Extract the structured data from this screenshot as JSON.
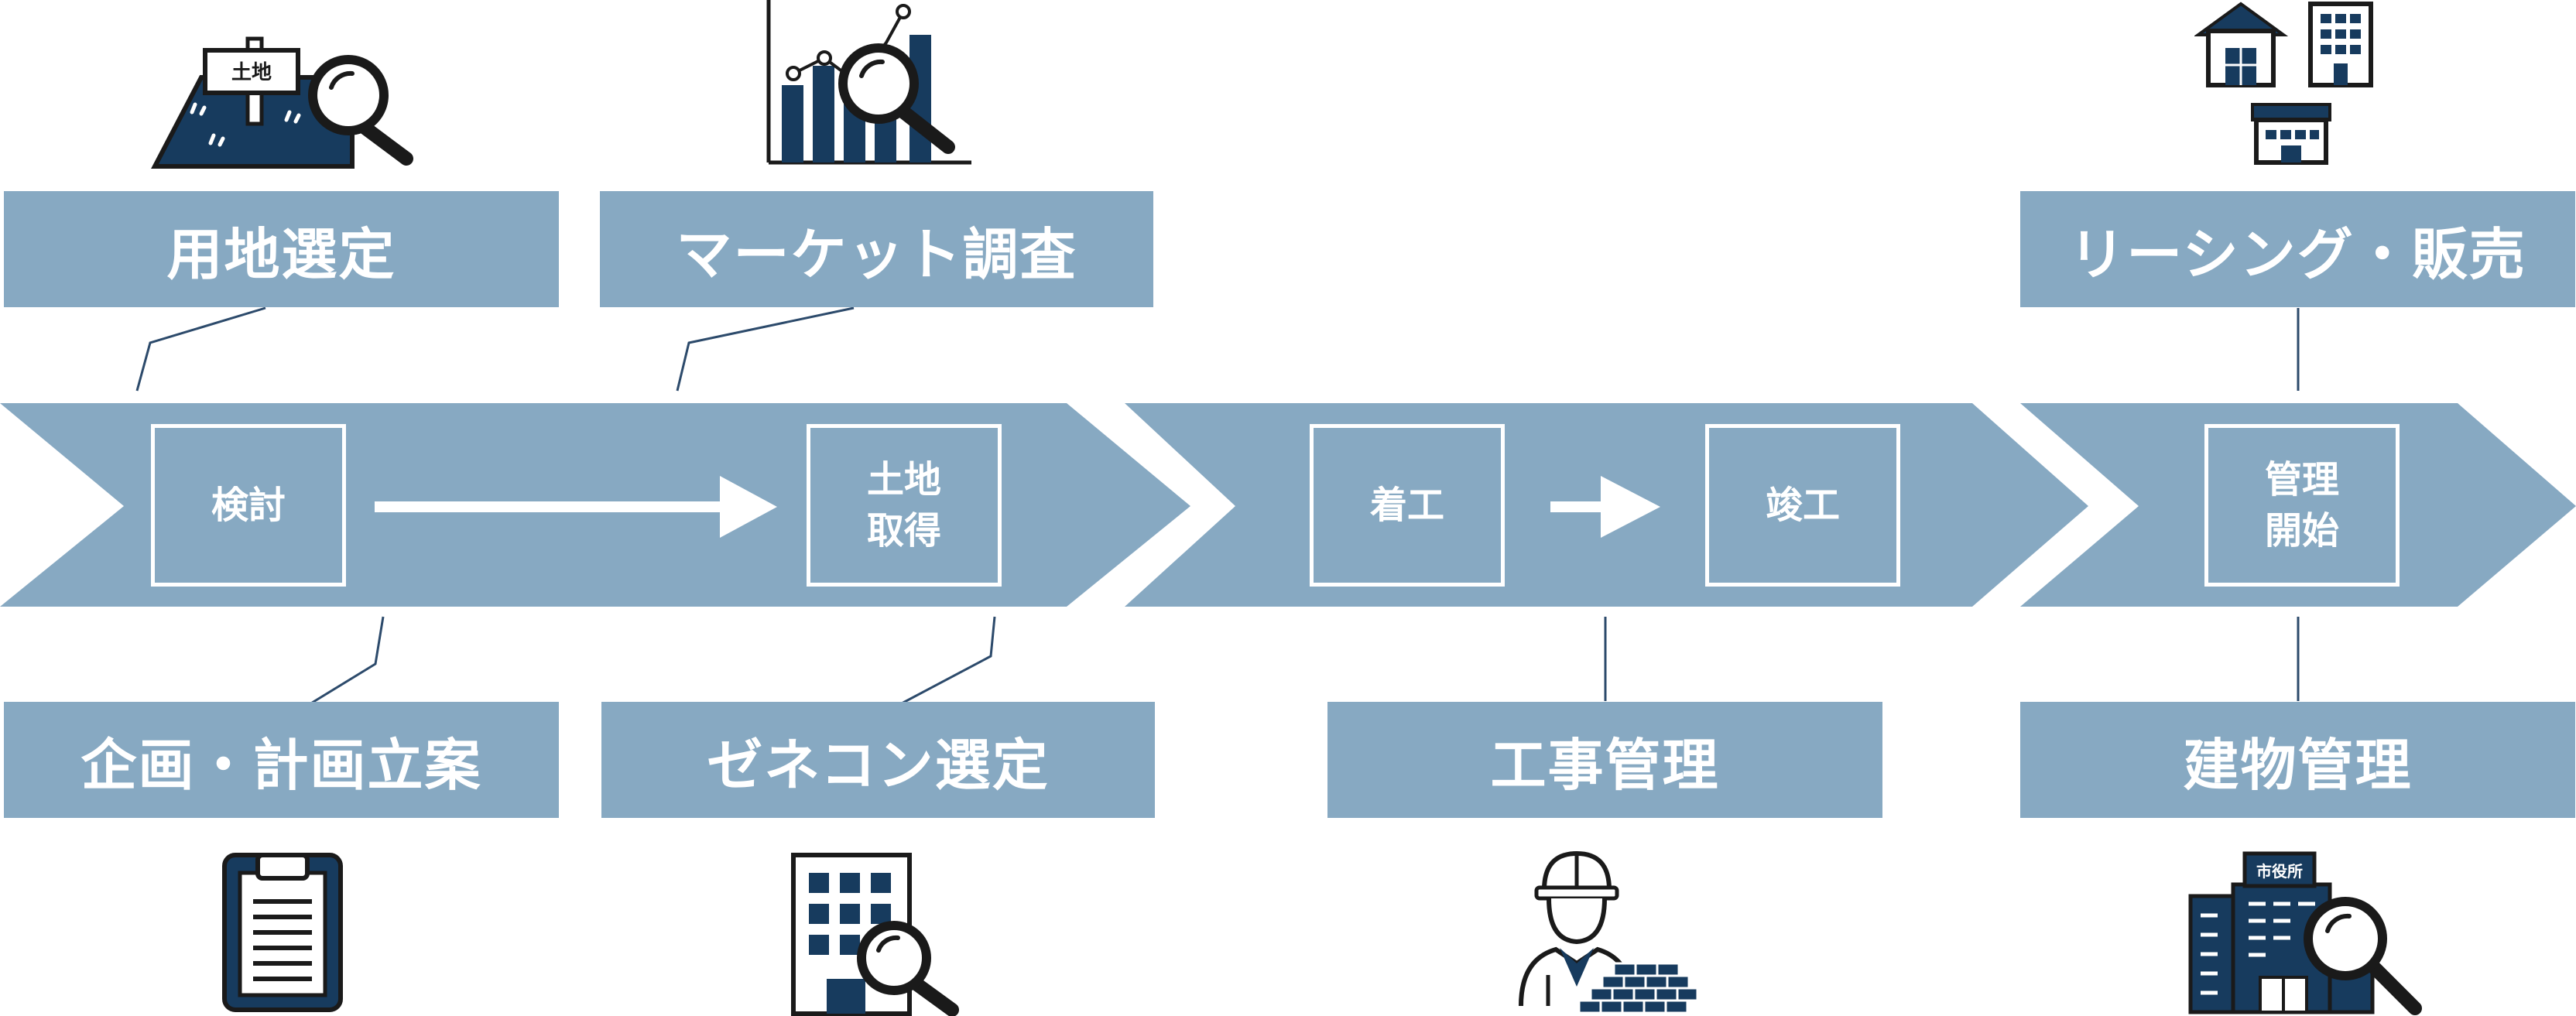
{
  "colors": {
    "band": "#87a9c2",
    "navy": "#173b5e",
    "ink": "#1a1a1a",
    "white": "#ffffff"
  },
  "labels": {
    "site_selection": "用地選定",
    "market_research": "マーケット調査",
    "leasing_sales": "リーシング・販売",
    "planning": "企画・計画立案",
    "gc_selection": "ゼネコン選定",
    "construction_mgmt": "工事管理",
    "building_mgmt": "建物管理"
  },
  "steps": {
    "review": "検討",
    "land_acquisition": "土地\n取得",
    "construction_start": "着工",
    "completion": "竣工",
    "management_start": "管理\n開始"
  },
  "icon_text": {
    "land_sign": "土地",
    "city_hall": "市役所"
  },
  "icons": [
    "land-search-icon",
    "market-chart-search-icon",
    "buildings-icon",
    "clipboard-icon",
    "office-building-search-icon",
    "construction-worker-icon",
    "city-hall-search-icon"
  ]
}
